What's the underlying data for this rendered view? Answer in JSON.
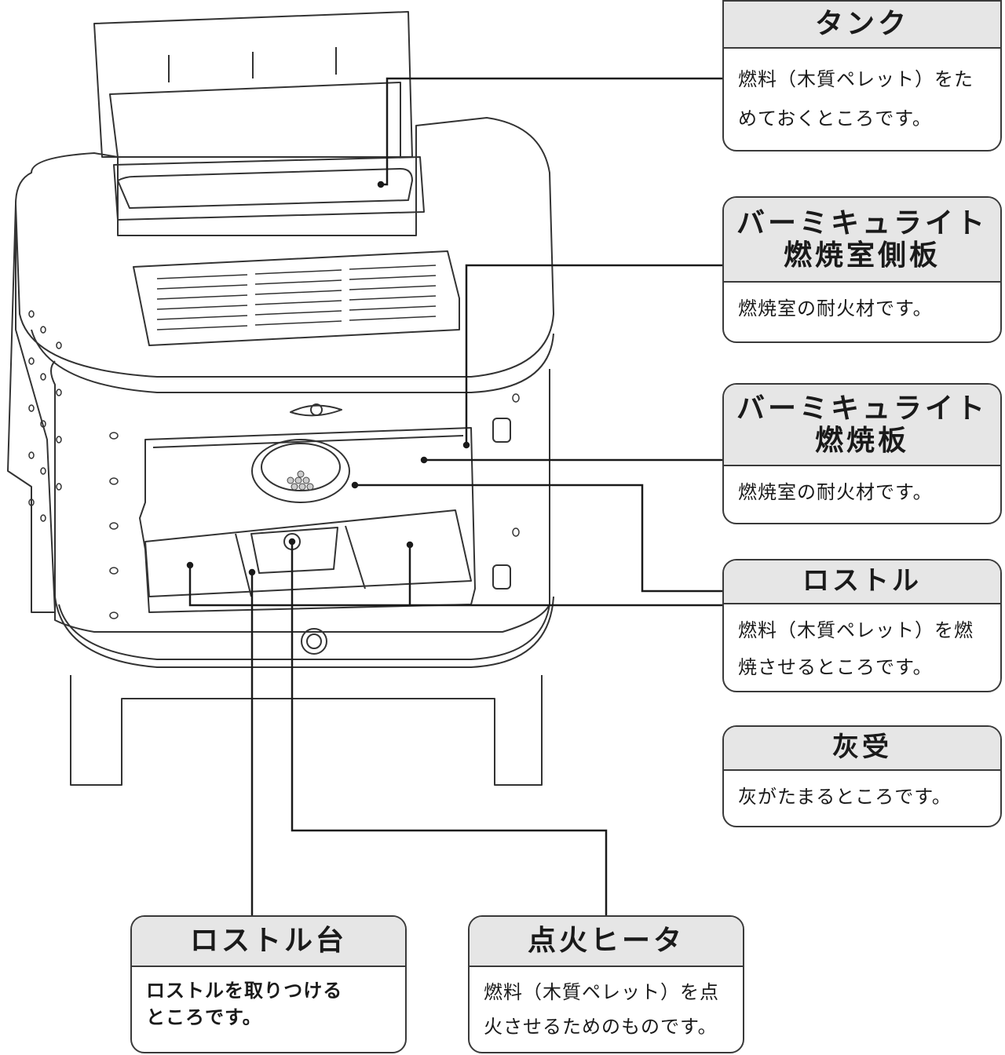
{
  "callouts": {
    "tank": {
      "title": "タンク",
      "desc": "燃料（木質ペレット）をためておくところです。"
    },
    "side": {
      "title1": "バーミキュライト",
      "title2": "燃焼室側板",
      "desc": "燃焼室の耐火材です。"
    },
    "plate": {
      "title1": "バーミキュライト",
      "title2": "燃焼板",
      "desc": "燃焼室の耐火材です。"
    },
    "rostle": {
      "title": "ロストル",
      "desc": "燃料（木質ペレット）を燃焼させるところです。"
    },
    "ash": {
      "title": "灰受",
      "desc": "灰がたまるところです。"
    },
    "rostle_base": {
      "title": "ロストル台",
      "desc1": "ロストルを取りつける",
      "desc2": "ところです。"
    },
    "heater": {
      "title": "点火ヒータ",
      "desc": "燃料（木質ペレット）を点火させるためのものです。"
    }
  },
  "colors": {
    "line": "#1a1a1a",
    "header_bg": "#e6e6e6",
    "border": "#3a3a3a"
  }
}
